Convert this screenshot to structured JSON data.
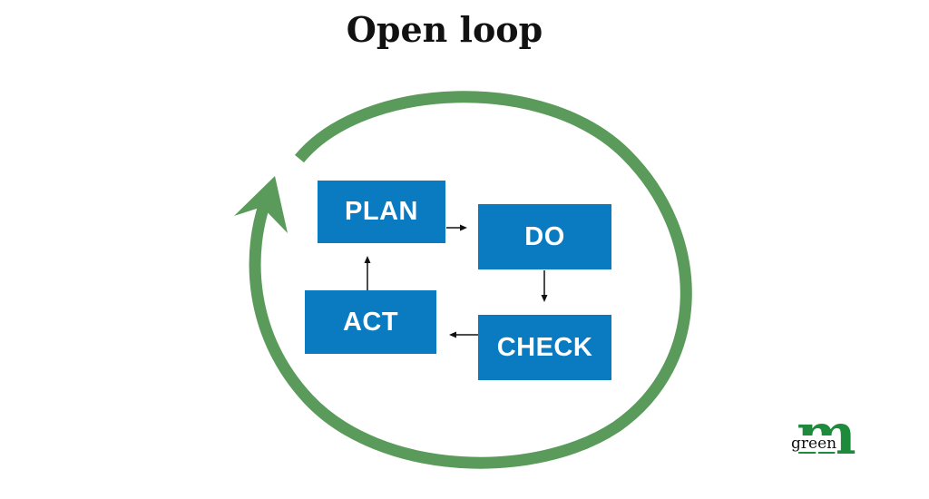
{
  "title": "Open loop",
  "steps": {
    "plan": "PLAN",
    "do": "DO",
    "check": "CHECK",
    "act": "ACT"
  },
  "logo": {
    "mark": "m",
    "word": "green"
  },
  "colors": {
    "box_fill": "#0a7ac1",
    "box_text": "#ffffff",
    "loop_green": "#5a9a5a",
    "logo_green": "#1e8a3c",
    "title": "#111111"
  }
}
